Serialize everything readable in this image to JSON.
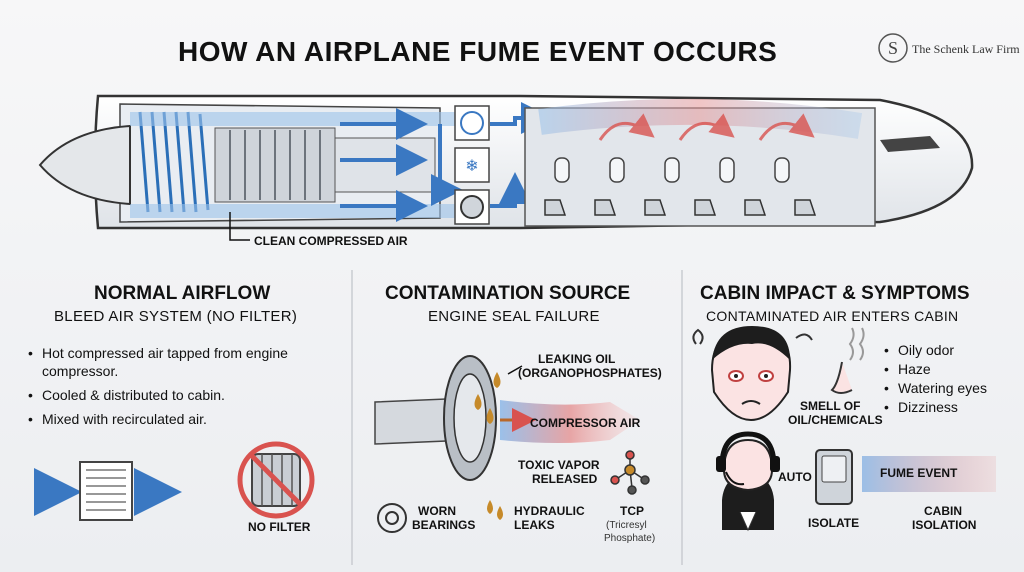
{
  "title": "HOW AN AIRPLANE FUME EVENT OCCURS",
  "brand": {
    "name": "The Schenk Law Firm",
    "monogram": "S"
  },
  "engine": {
    "callout": "CLEAN COMPRESSED AIR"
  },
  "panels": [
    {
      "heading": "NORMAL AIRFLOW",
      "subheading": "BLEED AIR SYSTEM (NO FILTER)",
      "bullets": [
        "Hot compressed air tapped from engine compressor.",
        "Cooled & distributed to cabin.",
        "Mixed with recirculated air."
      ],
      "no_filter_label": "NO FILTER"
    },
    {
      "heading": "CONTAMINATION SOURCE",
      "subheading": "ENGINE SEAL FAILURE",
      "leak_label_1": "LEAKING OIL",
      "leak_label_2": "(ORGANOPHOSPHATES)",
      "air_label": "COMPRESSOR AIR",
      "vapor_label_1": "TOXIC VAPOR",
      "vapor_label_2": "RELEASED",
      "bearings_label_1": "WORN",
      "bearings_label_2": "BEARINGS",
      "hydraulic_label_1": "HYDRAULIC",
      "hydraulic_label_2": "LEAKS",
      "tcp_label": "TCP",
      "tcp_desc_1": "(Tricresyl",
      "tcp_desc_2": "Phosphate)"
    },
    {
      "heading": "CABIN IMPACT & SYMPTOMS",
      "subheading": "CONTAMINATED AIR ENTERS CABIN",
      "symptoms": [
        "Oily odor",
        "Haze",
        "Watering eyes",
        "Dizziness"
      ],
      "smell_label_1": "SMELL OF",
      "smell_label_2": "OIL/CHEMICALS",
      "auto_label": "AUTO",
      "isolate_label": "ISOLATE",
      "fume_event_label": "FUME EVENT",
      "isolation_label_1": "CABIN",
      "isolation_label_2": "ISOLATION"
    }
  ],
  "colors": {
    "clean_air": "#3a78c2",
    "contaminated": "#d9534f",
    "oil": "#c68a2a",
    "text": "#111111"
  }
}
